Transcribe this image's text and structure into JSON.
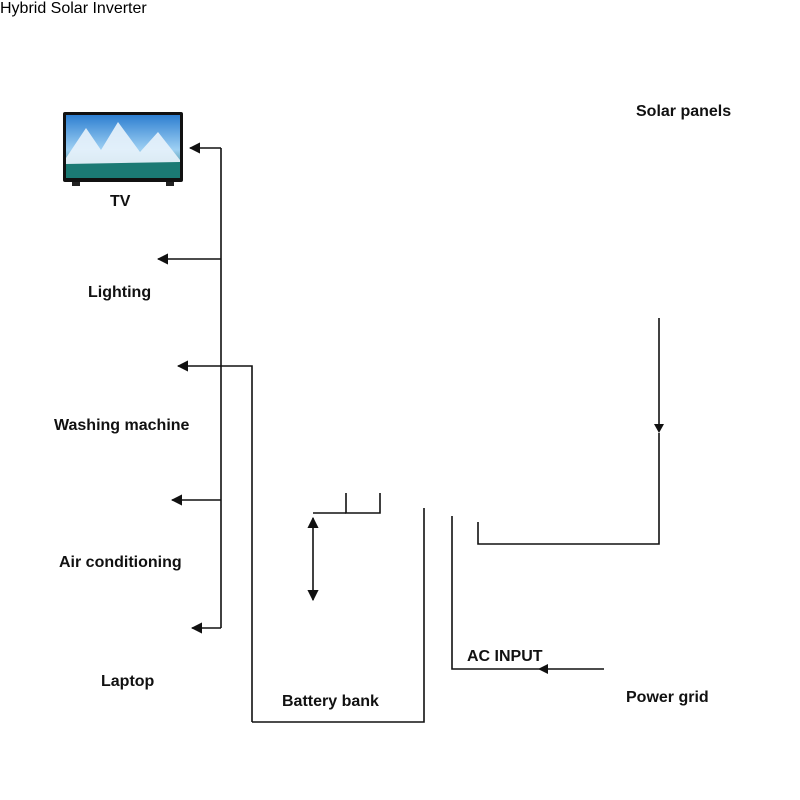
{
  "appliances": {
    "tv": "TV",
    "lighting": "Lighting",
    "washing_machine": "Washing machine",
    "air_conditioning": "Air conditioning",
    "laptop": "Laptop"
  },
  "sources": {
    "solar_panels": "Solar panels",
    "power_grid": "Power grid",
    "ac_input": "AC INPUT"
  },
  "storage": {
    "battery_bank": "Battery bank"
  },
  "inverter": {
    "screen_title": "Hybrid Solar Inverter"
  },
  "colors": {
    "accent": "#f3aa1c",
    "wire": "#111111",
    "screen": "#141414",
    "panel_blue": "#27314a"
  }
}
